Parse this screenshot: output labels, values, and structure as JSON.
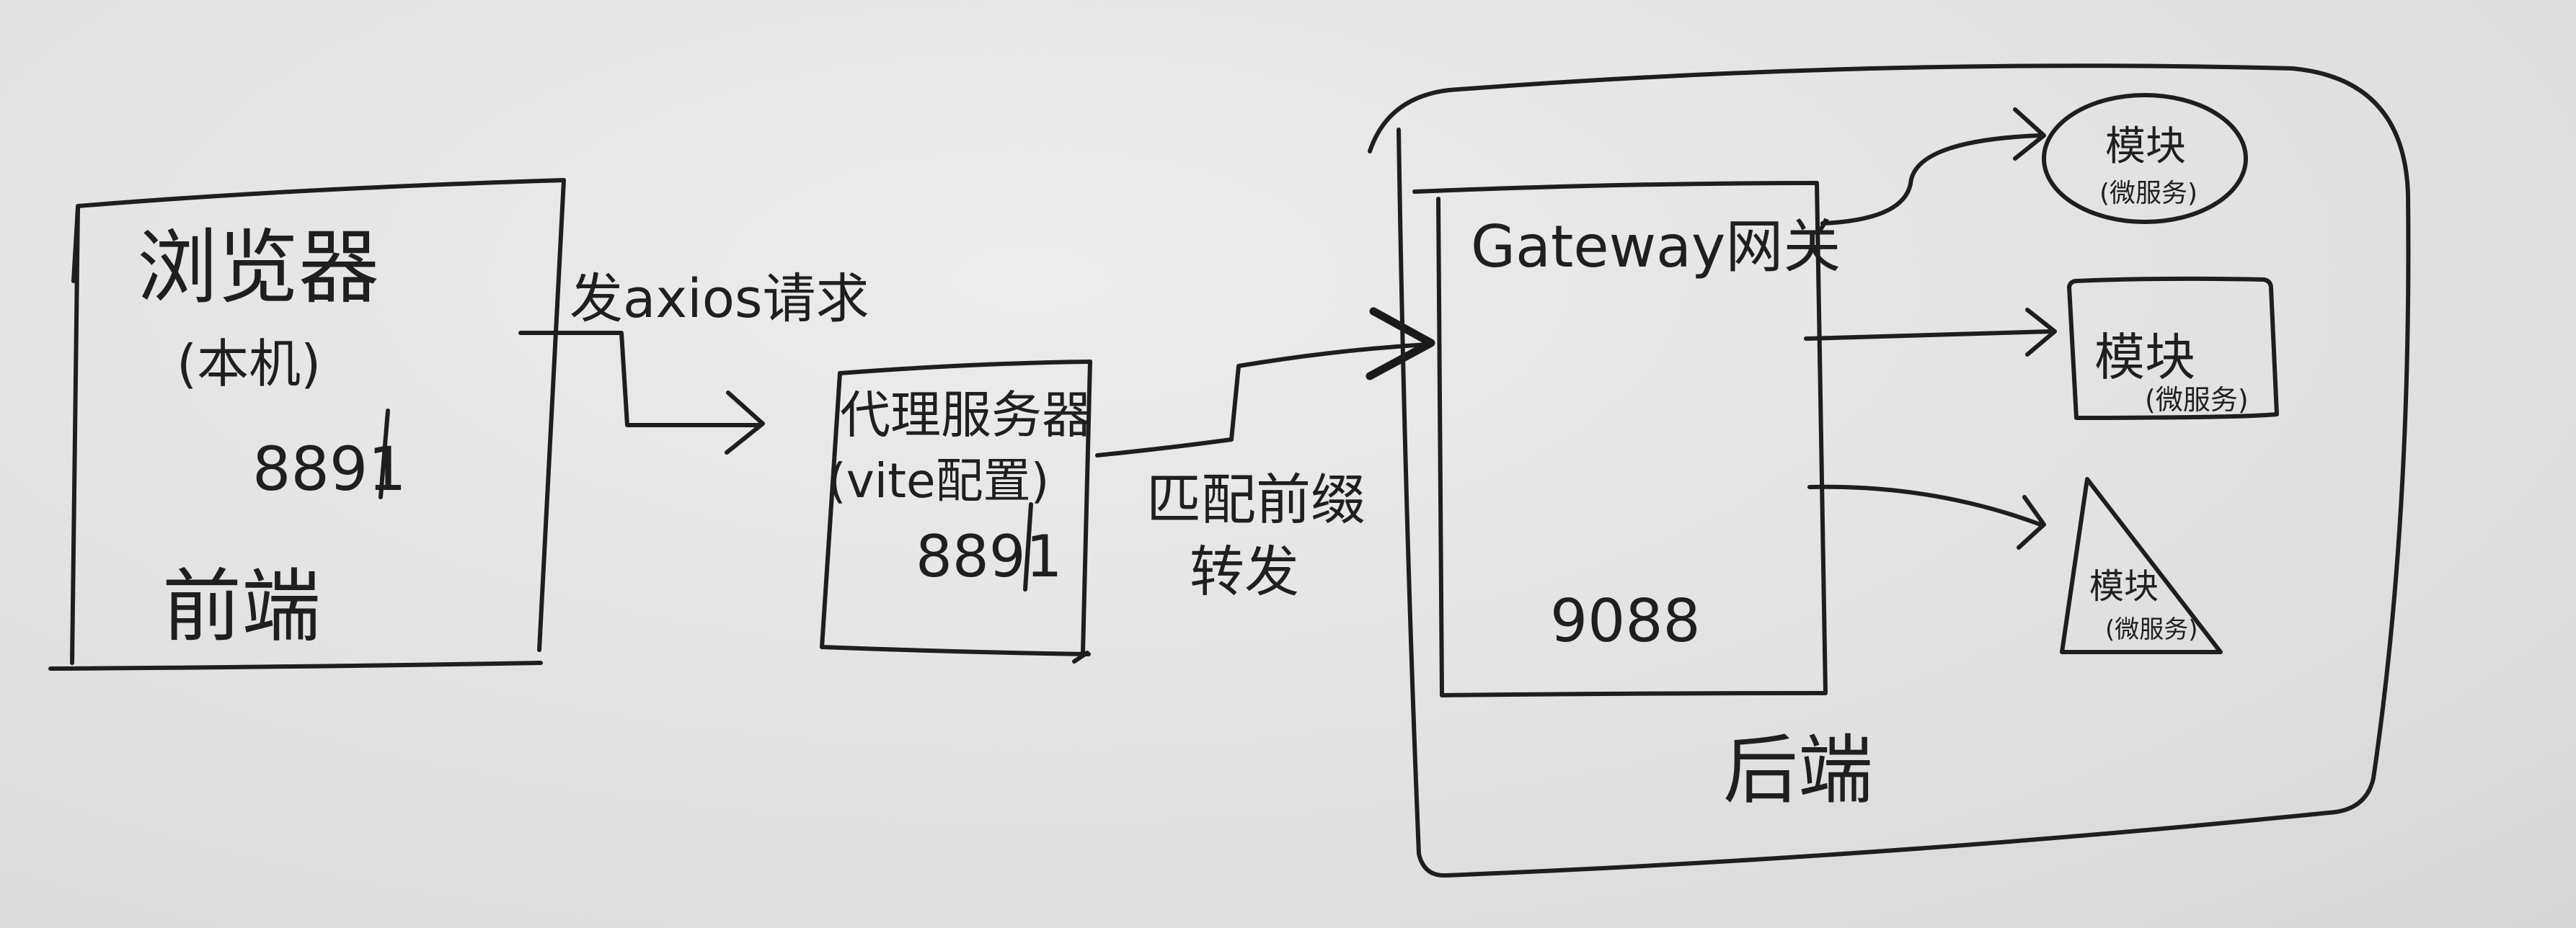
{
  "frontend": {
    "browser_label": "浏览器",
    "browser_sub": "(本机)",
    "port": "8891",
    "caption": "前端"
  },
  "request_label": "发axios请求",
  "proxy": {
    "title": "代理服务器",
    "config": "(vite配置)",
    "port": "8891"
  },
  "forward_label": [
    "匹配前缀",
    "转发"
  ],
  "backend": {
    "gateway_label": "Gateway网关",
    "gateway_port": "9088",
    "caption": "后端",
    "modules": [
      {
        "title": "模块",
        "sub": "(微服务)"
      },
      {
        "title": "模块",
        "sub": "(微服务)"
      },
      {
        "title": "模块",
        "sub": "(微服务)"
      }
    ]
  },
  "ink_color": "#1e1e1e",
  "paper_color": "#e4e4e4"
}
